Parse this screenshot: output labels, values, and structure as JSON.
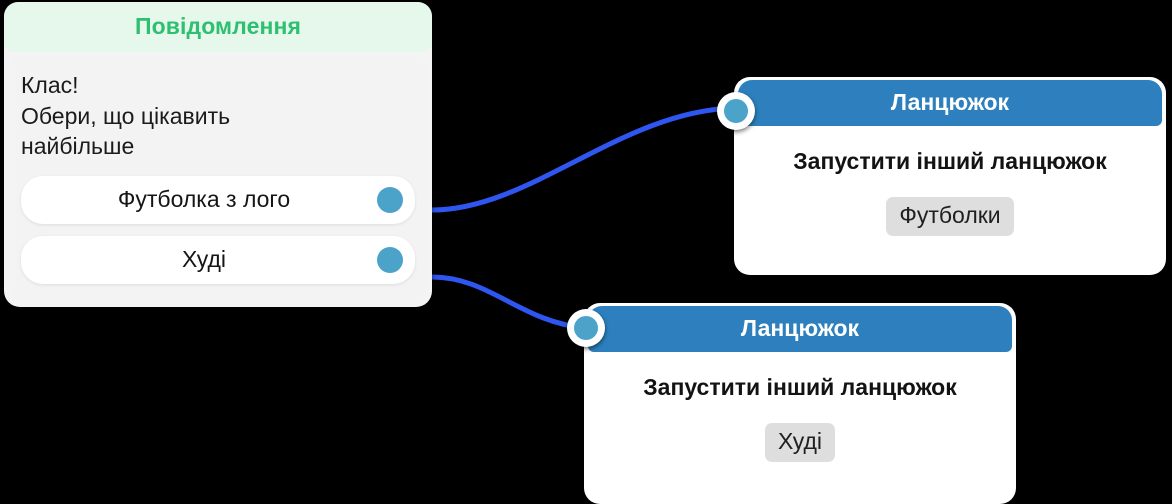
{
  "canvas": {
    "background": "#000000",
    "edge_color": "#2f56f0"
  },
  "message_node": {
    "header": "Повідомлення",
    "header_bg": "#e6f7ec",
    "header_color": "#2fbf71",
    "body_text": "Клас!\nОбери, що цікавить\nнайбільше",
    "options": [
      {
        "label": "Футболка з лого",
        "port": "output-port-dot"
      },
      {
        "label": "Худі",
        "port": "output-port-dot"
      }
    ]
  },
  "chain_nodes": [
    {
      "header": "Ланцюжок",
      "header_bg": "#2d80bd",
      "action": "Запустити інший ланцюжок",
      "chip": "Футболки",
      "port": "input-port-dot"
    },
    {
      "header": "Ланцюжок",
      "header_bg": "#2d80bd",
      "action": "Запустити інший ланцюжок",
      "chip": "Худі",
      "port": "input-port-dot"
    }
  ],
  "edges": [
    {
      "from": "Футболка з лого",
      "to": "Ланцюжок / Футболки"
    },
    {
      "from": "Худі",
      "to": "Ланцюжок / Худі"
    }
  ]
}
